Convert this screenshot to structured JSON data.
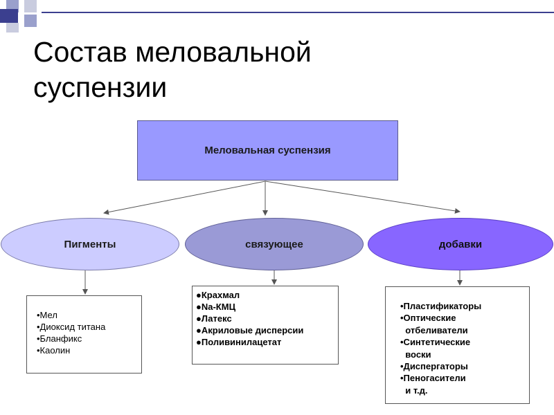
{
  "title": "Состав меловальной\nсуспензии",
  "colors": {
    "root": "#9999ff",
    "pigments": "#ccccff",
    "binder": "#9a9ad6",
    "additives": "#8866ff",
    "accent_line": "#3b3f8f"
  },
  "root": {
    "label": "Меловальная суспензия"
  },
  "categories": [
    {
      "label": "Пигменты"
    },
    {
      "label": "связующее"
    },
    {
      "label": "добавки"
    }
  ],
  "lists": {
    "pigments": [
      "•Мел",
      "•Диоксид титана",
      "•Бланфикс",
      "•Каолин"
    ],
    "binder": [
      "●Крахмал",
      "●Na-КМЦ",
      "●Латекс",
      "●Акриловые дисперсии",
      "●Поливинилацетат"
    ],
    "additives": [
      "•Пластификаторы",
      "•Оптические",
      "  отбеливатели",
      "•Синтетические",
      "  воски",
      "•Диспергаторы",
      "•Пеногасители",
      "  и т.д."
    ]
  }
}
